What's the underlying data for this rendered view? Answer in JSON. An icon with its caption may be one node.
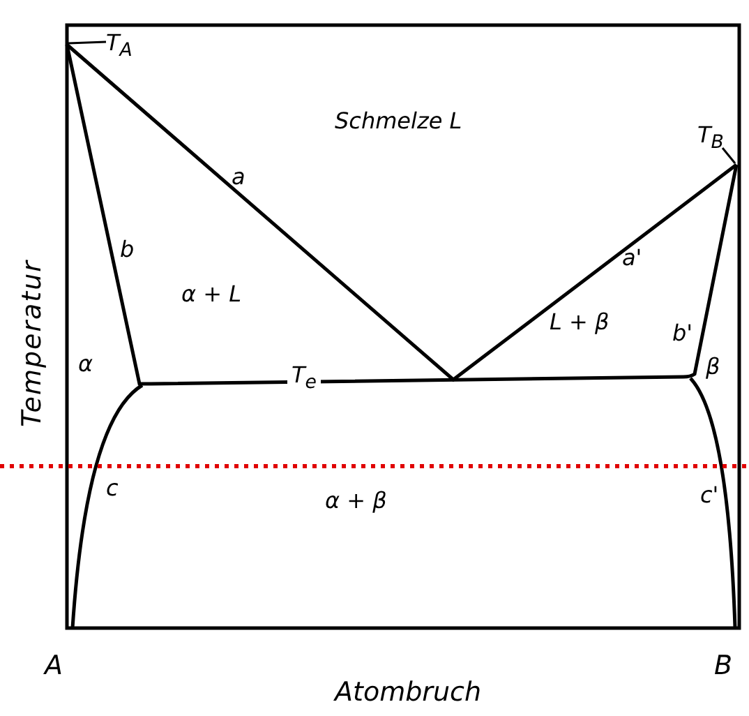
{
  "diagram": {
    "nodes": [
      {
        "text": [
          "T$_{A}$"
        ]
      },
      {
        "text": [
          "T$_{B}$"
        ]
      }
    ],
    "edges": [
      {
        "from": 0,
        "to": null,
        "arrow": "none"
      },
      {
        "from": 1,
        "to": null,
        "arrow": "none"
      }
    ],
    "labels": [
      "Schmelze L",
      "a",
      "a'",
      "b",
      "α + L",
      "L + β",
      "b'",
      "α",
      "β",
      "T$_{e}$",
      "c",
      "α + β",
      "c'",
      "A",
      "B",
      "Temperatur",
      "Atombruch"
    ]
  }
}
